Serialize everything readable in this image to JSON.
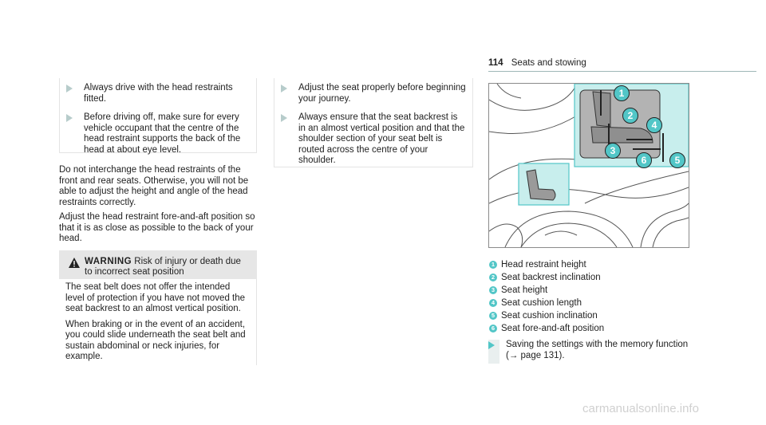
{
  "header": {
    "page_number": "114",
    "section_title": "Seats and stowing"
  },
  "col1": {
    "bullets": [
      "Always drive with the head restraints fitted.",
      "Before driving off, make sure for every vehicle occupant that the centre of the head restraint supports the back of the head at about eye level."
    ],
    "paragraph1": "Do not interchange the head restraints of the front and rear seats. Otherwise, you will not be able to adjust the height and angle of the head restraints correctly.",
    "paragraph2": "Adjust the head restraint fore-and-aft position so that it is as close as possible to the back of your head.",
    "warning": {
      "label": "WARNING",
      "title": "Risk of injury or death due to incorrect seat position",
      "body1": "The seat belt does not offer the intended level of protection if you have not moved the seat backrest to an almost vertical position.",
      "body2": "When braking or in the event of an accident, you could slide underneath the seat belt and sustain abdominal or neck injuries, for example."
    }
  },
  "col2": {
    "bullets": [
      "Adjust the seat properly before beginning your journey.",
      "Always ensure that the seat backrest is in an almost vertical position and that the shoulder section of your seat belt is routed across the centre of your shoulder."
    ]
  },
  "figure": {
    "callouts": [
      "1",
      "2",
      "3",
      "4",
      "5",
      "6"
    ]
  },
  "legend": [
    {
      "num": "1",
      "text": "Head restraint height"
    },
    {
      "num": "2",
      "text": "Seat backrest inclination"
    },
    {
      "num": "3",
      "text": "Seat height"
    },
    {
      "num": "4",
      "text": "Seat cushion length"
    },
    {
      "num": "5",
      "text": "Seat cushion inclination"
    },
    {
      "num": "6",
      "text": "Seat fore-and-aft position"
    }
  ],
  "save": {
    "line1": "Saving the settings with the memory function",
    "line2": "(→ page 131)."
  },
  "watermark": "carmanualsonline.info",
  "colors": {
    "accent": "#52c6c7",
    "panel": "#c8eeed",
    "arrow": "#b7cccb"
  }
}
